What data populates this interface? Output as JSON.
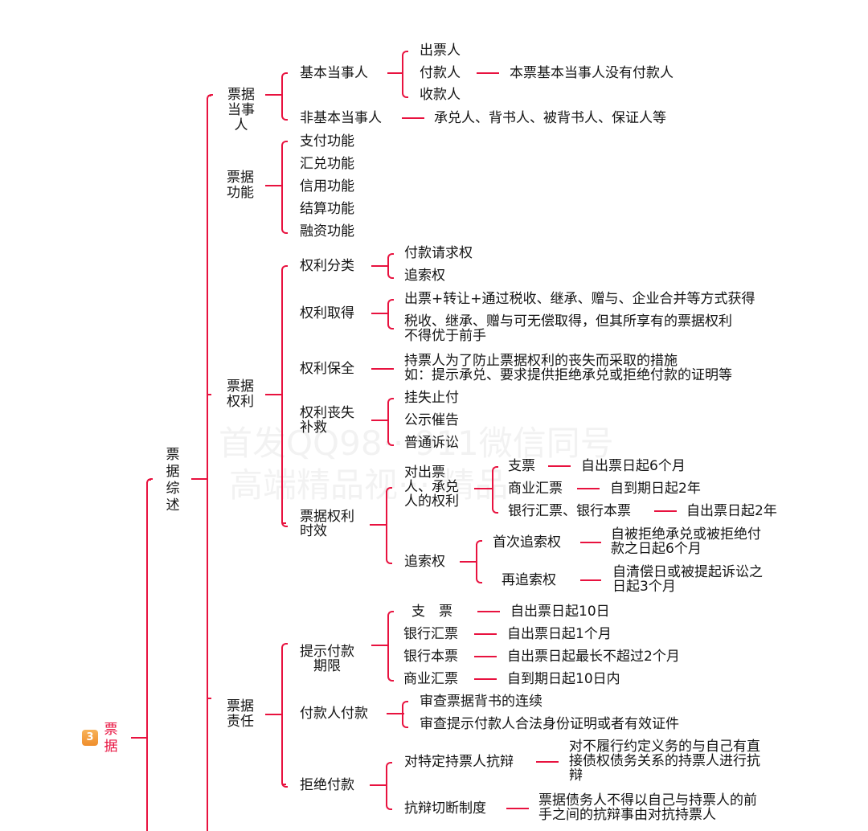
{
  "root": {
    "badge": "3",
    "label": "票据"
  },
  "overview": {
    "label": "票据综述"
  },
  "watermark": {
    "line1": "首发QQ98···911微信同号",
    "line2": "高端精品视··· 精品···"
  },
  "parties": {
    "label": "票据当事人",
    "basic": {
      "label": "基本当事人",
      "items": [
        "出票人",
        "付款人",
        "收款人"
      ],
      "payer_note": "本票基本当事人没有付款人"
    },
    "non_basic": {
      "label": "非基本当事人",
      "note": "承兑人、背书人、被背书人、保证人等"
    }
  },
  "functions": {
    "label": "票据功能",
    "items": [
      "支付功能",
      "汇兑功能",
      "信用功能",
      "结算功能",
      "融资功能"
    ]
  },
  "rights": {
    "label": "票据权利",
    "classification": {
      "label": "权利分类",
      "items": [
        "付款请求权",
        "追索权"
      ]
    },
    "acquisition": {
      "label": "权利取得",
      "items": [
        "出票+转让+通过税收、继承、赠与、企业合并等方式获得",
        "税收、继承、赠与可无偿取得，但其所享有的票据权利\n不得优于前手"
      ]
    },
    "preservation": {
      "label": "权利保全",
      "note": "持票人为了防止票据权利的丧失而采取的措施\n如：提示承兑、要求提供拒绝承兑或拒绝付款的证明等"
    },
    "loss_remedy": {
      "label": "权利丧失\n补救",
      "items": [
        "挂失止付",
        "公示催告",
        "普通诉讼"
      ]
    },
    "limitation": {
      "label": "票据权利\n时效",
      "against_drawer": {
        "label": "对出票\n人、承兑\n人的权利",
        "items": [
          {
            "label": "支票",
            "note": "自出票日起6个月"
          },
          {
            "label": "商业汇票",
            "note": "自到期日起2年"
          },
          {
            "label": "银行汇票、银行本票",
            "note": "自出票日起2年"
          }
        ]
      },
      "recourse": {
        "label": "追索权",
        "items": [
          {
            "label": "首次追索权",
            "note": "自被拒绝承兑或被拒绝付\n款之日起6个月"
          },
          {
            "label": "再追索权",
            "note": "自清偿日或被提起诉讼之\n日起3个月"
          }
        ]
      }
    }
  },
  "liability": {
    "label": "票据责任",
    "presentment": {
      "label": "提示付款\n期限",
      "items": [
        {
          "label": "支　票",
          "note": "自出票日起10日"
        },
        {
          "label": "银行汇票",
          "note": "自出票日起1个月"
        },
        {
          "label": "银行本票",
          "note": "自出票日起最长不超过2个月"
        },
        {
          "label": "商业汇票",
          "note": "自到期日起10日内"
        }
      ]
    },
    "payer_payment": {
      "label": "付款人付款",
      "items": [
        "审查票据背书的连续",
        "审查提示付款人合法身份证明或者有效证件"
      ]
    },
    "refusal": {
      "label": "拒绝付款",
      "items": [
        {
          "label": "对特定持票人抗辩",
          "note": "对不履行约定义务的与自己有直\n接债权债务关系的持票人进行抗\n辩"
        },
        {
          "label": "抗辩切断制度",
          "note": "票据债务人不得以自己与持票人的前\n手之间的抗辩事由对抗持票人"
        }
      ]
    }
  }
}
